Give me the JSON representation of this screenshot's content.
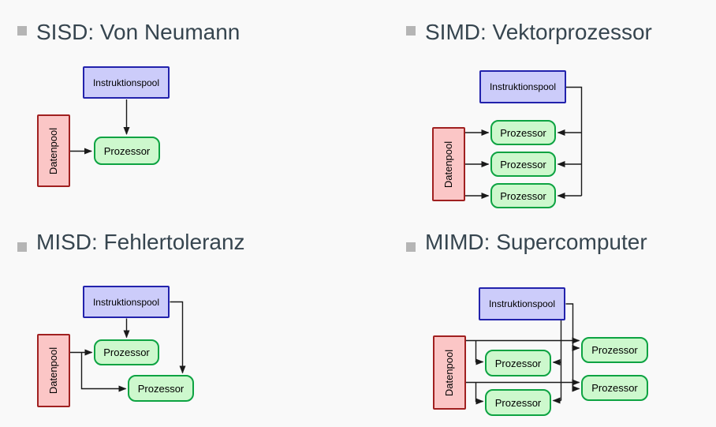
{
  "sections": [
    {
      "id": "sisd",
      "title": "SISD: Von Neumann"
    },
    {
      "id": "simd",
      "title": "SIMD: Vektorprozessor"
    },
    {
      "id": "misd",
      "title": "MISD: Fehlertoleranz"
    },
    {
      "id": "mimd",
      "title": "MIMD: Supercomputer"
    }
  ],
  "labels": {
    "instruction_pool": "Instruktionspool",
    "data_pool": "Datenpool",
    "processor": "Prozessor"
  },
  "colors": {
    "background": "#f9f9f9",
    "title-text": "#36454f",
    "bullet": "#b5b5b5",
    "box-text": "#000000",
    "instruction-fill": "#ccccfa",
    "instruction-border": "#2222ac",
    "data-fill": "#fbc6c6",
    "data-border": "#a02020",
    "processor-fill": "#cdf8cd",
    "processor-border": "#0da342",
    "wire": "#1a1a1a"
  }
}
